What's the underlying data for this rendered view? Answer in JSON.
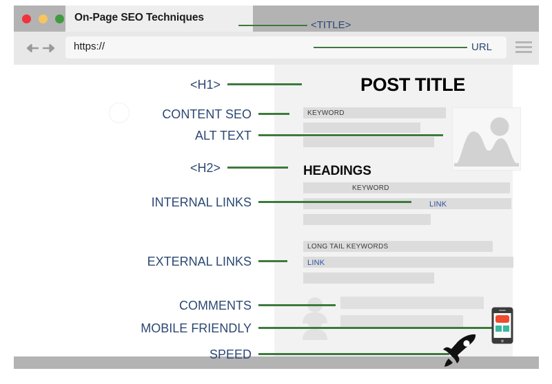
{
  "window": {
    "tab_title": "On-Page SEO Techniques",
    "traffic_lights": [
      "close-red",
      "minimize-amber",
      "maximize-green"
    ],
    "url_value": "https://",
    "url_placeholder": "https://",
    "menu_icon": "hamburger-menu-icon",
    "back_icon": "arrow-left-icon",
    "forward_icon": "arrow-right-icon"
  },
  "callouts": {
    "title": "<TITLE>",
    "url": "URL",
    "h1": "<H1>",
    "content_seo": "CONTENT SEO",
    "alt_text": "ALT TEXT",
    "h2": "<H2>",
    "internal_links": "INTERNAL LINKS",
    "external_links": "EXTERNAL LINKS",
    "comments": "COMMENTS",
    "mobile_friendly": "MOBILE FRIENDLY",
    "speed": "SPEED"
  },
  "page": {
    "post_title": "POST TITLE",
    "headings": "HEADINGS",
    "keyword_1": "KEYWORD",
    "keyword_2": "KEYWORD",
    "long_tail_keywords": "LONG TAIL KEYWORDS",
    "internal_link": "LINK",
    "external_link": "LINK"
  },
  "icons": {
    "image_placeholder": "image-placeholder-icon",
    "avatar": "user-avatar-icon",
    "phone": "mobile-phone-icon",
    "rocket": "rocket-speed-icon",
    "deco_circle": "decorative-circle"
  },
  "colors": {
    "leader_green": "#3c7a3c",
    "label_navy": "#2c4873",
    "link_blue": "#2f52a0",
    "chrome_gray": "#b3b3b3",
    "page_gray": "#f2f2f2",
    "bar_gray": "#dcdcdc",
    "traffic_red": "#f0333b",
    "traffic_amber": "#f7c560",
    "traffic_green": "#3f9b3f",
    "phone_accent_red": "#ef4b2d",
    "phone_accent_teal": "#3bb8a0"
  }
}
